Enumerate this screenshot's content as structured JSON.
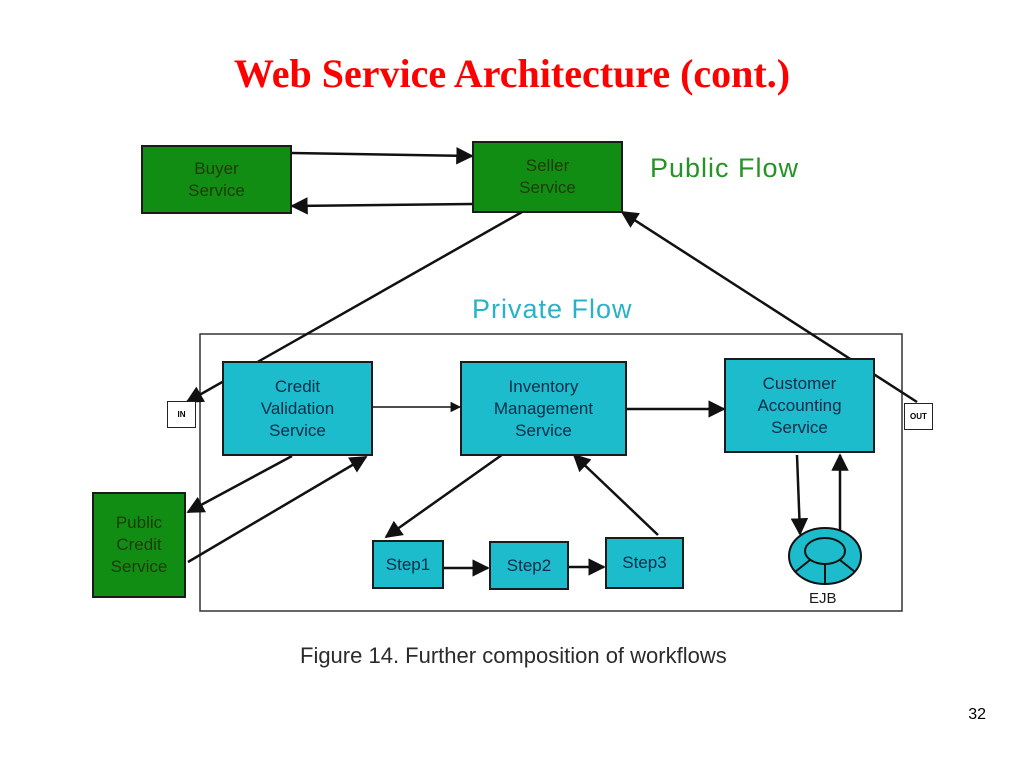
{
  "slide": {
    "title": "Web Service Architecture (cont.)",
    "title_color": "#ff0000",
    "page_number": "32"
  },
  "diagram": {
    "colors": {
      "green_box": "#128d14",
      "cyan_box": "#1cbccc",
      "public_flow_label": "#259325",
      "private_flow_label": "#29b2c9",
      "line": "#111111"
    },
    "public_flow_label": "Public Flow",
    "private_flow_label": "Private Flow",
    "nodes": {
      "buyer_service": "Buyer\nService",
      "seller_service": "Seller\nService",
      "credit_validation_service": "Credit\nValidation\nService",
      "inventory_management_service": "Inventory\nManagement\nService",
      "customer_accounting_service": "Customer\nAccounting\nService",
      "public_credit_service": "Public\nCredit\nService",
      "step1": "Step1",
      "step2": "Step2",
      "step3": "Step3",
      "ejb": "EJB"
    },
    "ports": {
      "in": "IN",
      "out": "OUT"
    },
    "caption": "Figure 14. Further composition of workflows"
  }
}
